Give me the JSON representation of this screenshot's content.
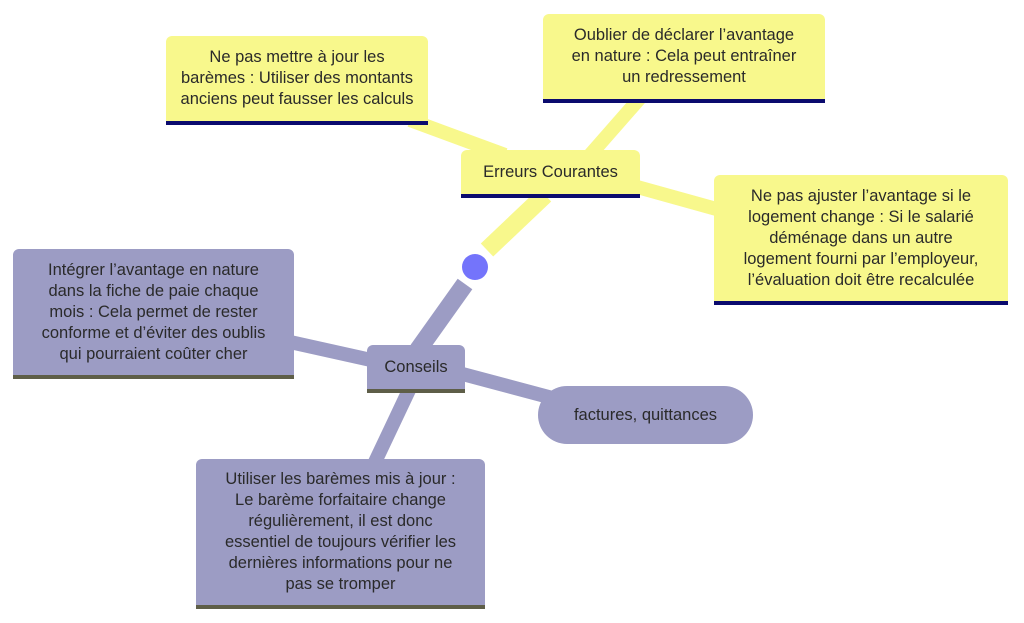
{
  "mindmap": {
    "center_color": "#7474fb",
    "branch_errors": {
      "title": "Erreurs Courantes",
      "color": "#f8f88c",
      "children": [
        "Ne pas mettre à jour les\nbarèmes : Utiliser des montants\nanciens peut fausser les calculs",
        "Oublier de déclarer l’avantage\nen nature : Cela peut entraîner\nun redressement",
        "Ne pas ajuster l’avantage si le\nlogement change : Si le salarié\ndéménage dans un autre\nlogement fourni par l’employeur,\nl’évaluation doit être recalculée"
      ]
    },
    "branch_tips": {
      "title": "Conseils",
      "color": "#9c9cc4",
      "children": [
        "Intégrer l’avantage en nature\ndans la fiche de paie chaque\nmois : Cela permet de rester\nconforme et d’éviter des oublis\nqui pourraient coûter cher",
        "factures, quittances",
        "Utiliser les barèmes mis à jour :\nLe barème forfaitaire change\nrégulièrement, il est donc\nessentiel de toujours vérifier les\ndernières informations pour ne\npas se tromper"
      ]
    }
  }
}
